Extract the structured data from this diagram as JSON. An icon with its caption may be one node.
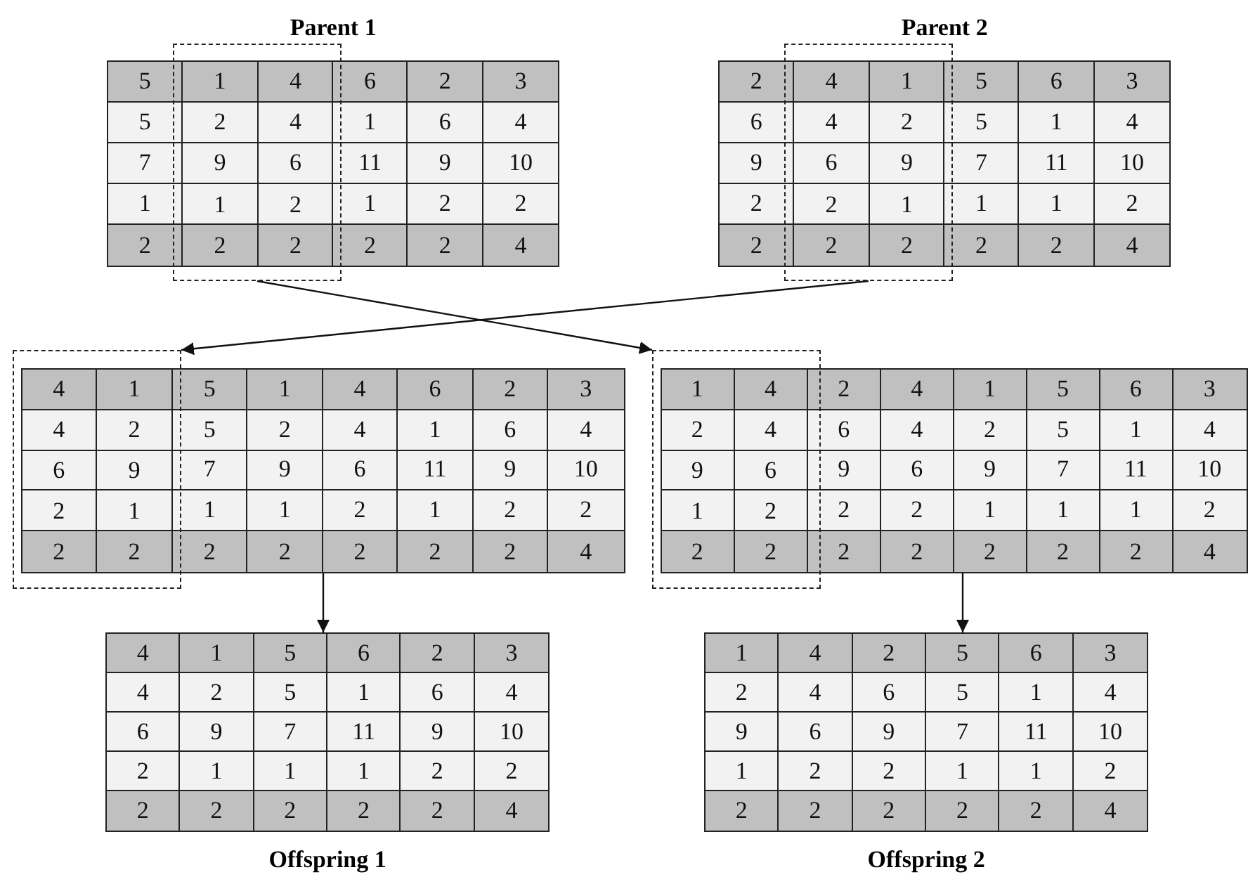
{
  "diagram": {
    "nodes": [
      {
        "text": [
          "Parent 1",
          "5",
          "6",
          "2",
          "3",
          "5",
          "1",
          "6",
          "4",
          "7",
          "11",
          "9",
          "10",
          "1",
          "1",
          "2",
          "2",
          "2",
          "2",
          "2",
          "4"
        ]
      },
      {
        "text": [
          "1",
          "4",
          "2",
          "4",
          "9",
          "6",
          "1",
          "2",
          "2",
          "2"
        ]
      },
      {
        "text": [
          "Parent 2",
          "2",
          "5",
          "6",
          "3",
          "6",
          "5",
          "1",
          "4",
          "9",
          "7",
          "11",
          "10",
          "2",
          "1",
          "1",
          "2",
          "2",
          "2",
          "2",
          "4"
        ]
      },
      {
        "text": [
          "4",
          "1",
          "4",
          "2",
          "6",
          "9",
          "2",
          "1",
          "2",
          "2"
        ]
      },
      {
        "text": [
          "5",
          "1",
          "4",
          "6",
          "2",
          "3",
          "5",
          "2",
          "4",
          "1",
          "6",
          "4",
          "7",
          "9",
          "6",
          "11",
          "9",
          "10",
          "1",
          "1",
          "2",
          "1",
          "2",
          "2",
          "2",
          "2",
          "2",
          "2",
          "2",
          "4"
        ]
      },
      {
        "text": [
          "4",
          "1",
          "4",
          "2",
          "6",
          "9",
          "2",
          "1",
          "2",
          "2"
        ]
      },
      {
        "text": [
          "2",
          "4",
          "1",
          "5",
          "6",
          "3",
          "6",
          "4",
          "2",
          "5",
          "1",
          "4",
          "9",
          "6",
          "9",
          "7",
          "11",
          "10",
          "2",
          "2",
          "1",
          "1",
          "1",
          "2",
          "2",
          "2",
          "2",
          "2",
          "2",
          "4"
        ]
      },
      {
        "text": [
          "1",
          "4",
          "2",
          "4",
          "9",
          "6",
          "1",
          "2",
          "2",
          "2"
        ]
      },
      {
        "text": [
          "4",
          "1",
          "5",
          "6",
          "2",
          "3",
          "4",
          "2",
          "5",
          "1",
          "6",
          "4",
          "6",
          "9",
          "7",
          "11",
          "9",
          "10",
          "2",
          "1",
          "1",
          "1",
          "2",
          "2",
          "2",
          "2",
          "2",
          "2",
          "2",
          "4",
          "Offspring 1"
        ]
      },
      {
        "text": [
          "1",
          "4",
          "2",
          "5",
          "6",
          "3",
          "2",
          "4",
          "6",
          "5",
          "1",
          "4",
          "9",
          "6",
          "9",
          "7",
          "11",
          "10",
          "1",
          "2",
          "2",
          "1",
          "1",
          "2",
          "2",
          "2",
          "2",
          "2",
          "2",
          "4",
          "Offspring 2"
        ]
      }
    ],
    "edges": [
      {
        "from": 1,
        "to": 7,
        "arrow": "to"
      },
      {
        "from": 3,
        "to": 5,
        "arrow": "to"
      },
      {
        "from": 4,
        "to": 8,
        "arrow": "to"
      },
      {
        "from": 6,
        "to": 9,
        "arrow": "to"
      }
    ]
  }
}
